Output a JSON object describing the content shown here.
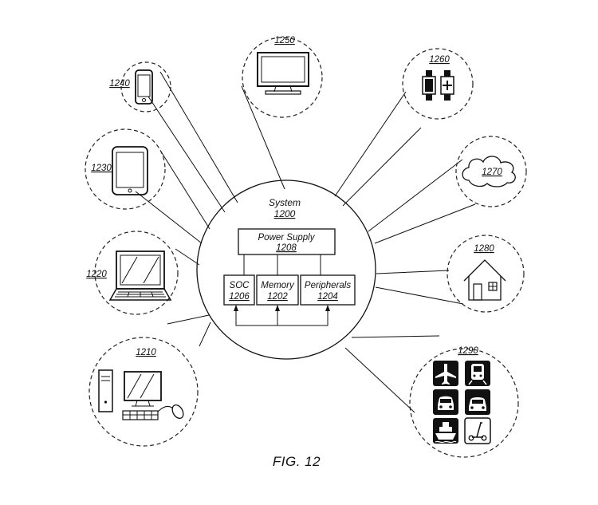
{
  "system": {
    "title": "System",
    "ref": "1200"
  },
  "power_supply": {
    "label": "Power Supply",
    "ref": "1208"
  },
  "soc": {
    "label": "SOC",
    "ref": "1206"
  },
  "memory": {
    "label": "Memory",
    "ref": "1202"
  },
  "peripherals": {
    "label": "Peripherals",
    "ref": "1204"
  },
  "devices": {
    "desktop": "1210",
    "laptop": "1220",
    "tablet": "1230",
    "phone": "1240",
    "tv": "1250",
    "watch": "1260",
    "cloud": "1270",
    "home": "1280",
    "vehicles": "1290"
  },
  "figure_caption": "FIG. 12"
}
